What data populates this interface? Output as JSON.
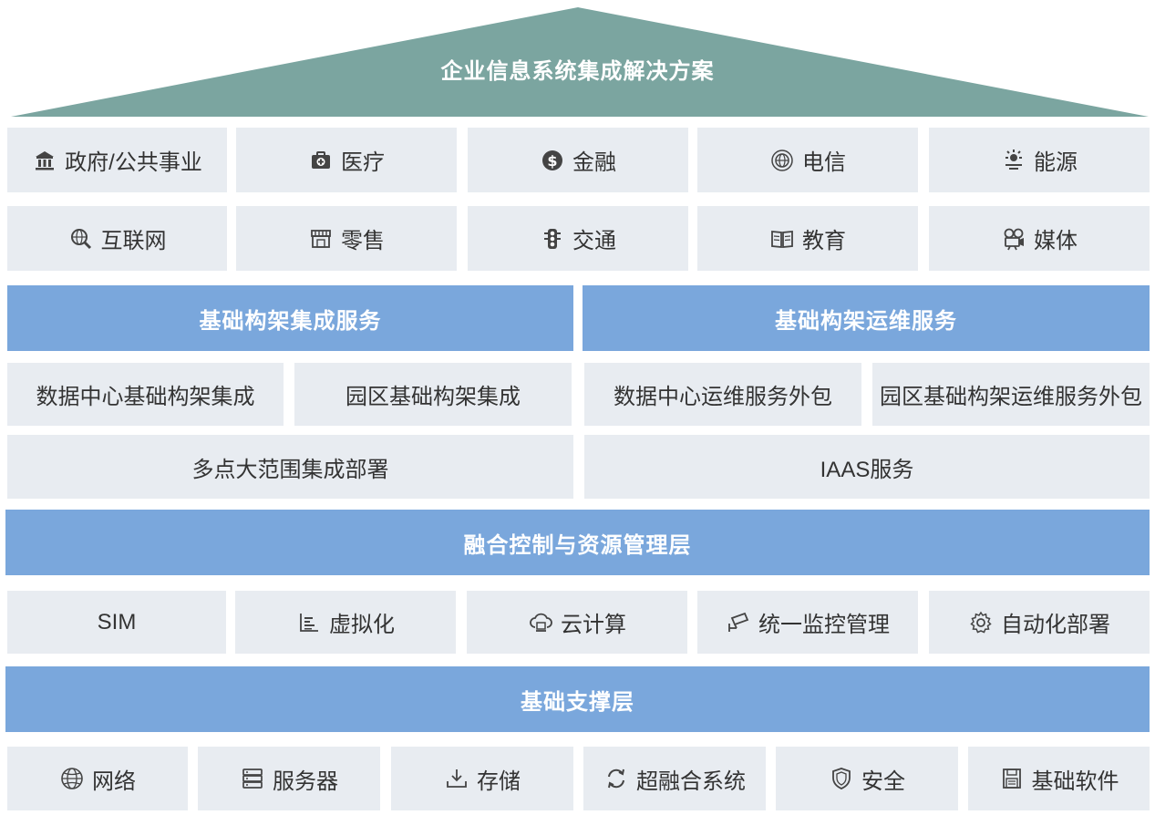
{
  "colors": {
    "roof": "#7ba5a0",
    "band": "#7aa7dc",
    "cell": "#e8ecf1"
  },
  "top": {
    "title": "企业信息系统集成解决方案"
  },
  "industries": {
    "row1": [
      {
        "label": "政府/公共事业",
        "icon": "government-building-icon"
      },
      {
        "label": "医疗",
        "icon": "medical-kit-icon"
      },
      {
        "label": "金融",
        "icon": "dollar-coin-icon"
      },
      {
        "label": "电信",
        "icon": "globe-signal-icon"
      },
      {
        "label": "能源",
        "icon": "sun-energy-icon"
      }
    ],
    "row2": [
      {
        "label": "互联网",
        "icon": "globe-search-icon"
      },
      {
        "label": "零售",
        "icon": "storefront-icon"
      },
      {
        "label": "交通",
        "icon": "traffic-light-icon"
      },
      {
        "label": "教育",
        "icon": "open-book-icon"
      },
      {
        "label": "媒体",
        "icon": "film-camera-icon"
      }
    ]
  },
  "infra": {
    "integration_title": "基础构架集成服务",
    "ops_title": "基础构架运维服务",
    "items": [
      "数据中心基础构架集成",
      "园区基础构架集成",
      "数据中心运维服务外包",
      "园区基础构架运维服务外包"
    ],
    "wide": [
      "多点大范围集成部署",
      "IAAS服务"
    ]
  },
  "control": {
    "title": "融合控制与资源管理层",
    "items": [
      {
        "label": "SIM",
        "icon": ""
      },
      {
        "label": "虚拟化",
        "icon": "bar-chart-icon"
      },
      {
        "label": "云计算",
        "icon": "cloud-computer-icon"
      },
      {
        "label": "统一监控管理",
        "icon": "security-camera-icon"
      },
      {
        "label": "自动化部署",
        "icon": "gear-icon"
      }
    ]
  },
  "base": {
    "title": "基础支撑层",
    "items": [
      {
        "label": "网络",
        "icon": "globe-icon"
      },
      {
        "label": "服务器",
        "icon": "server-rack-icon"
      },
      {
        "label": "存储",
        "icon": "download-tray-icon"
      },
      {
        "label": "超融合系统",
        "icon": "refresh-icon"
      },
      {
        "label": "安全",
        "icon": "shield-icon"
      },
      {
        "label": "基础软件",
        "icon": "floppy-disk-icon"
      }
    ]
  }
}
